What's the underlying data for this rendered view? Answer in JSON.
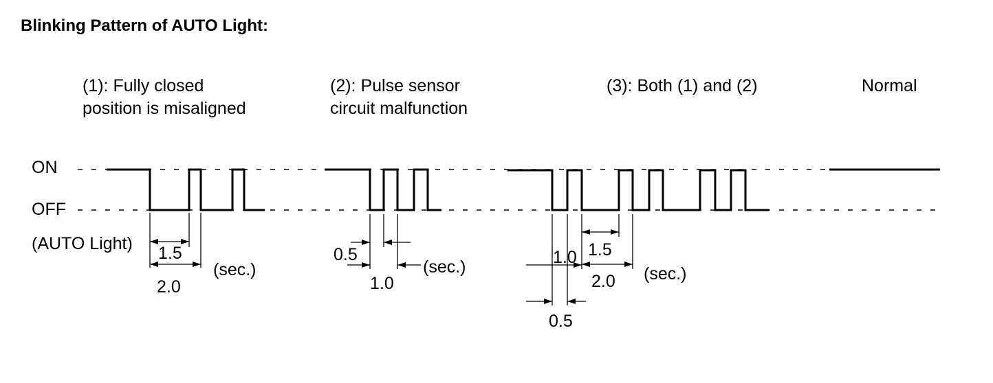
{
  "title": "Blinking Pattern of AUTO Light:",
  "levels": {
    "on": "ON",
    "off": "OFF",
    "signal": "(AUTO Light)"
  },
  "patterns": {
    "p1": {
      "line1": "(1): Fully closed",
      "line2": "position is misaligned"
    },
    "p2": {
      "line1": "(2): Pulse sensor",
      "line2": "circuit malfunction"
    },
    "p3": {
      "line1": "(3): Both (1) and (2)"
    },
    "normal": {
      "line1": "Normal"
    }
  },
  "dimensions": {
    "p1": {
      "a": "1.5",
      "b": "2.0",
      "unit": "(sec.)"
    },
    "p2": {
      "a": "0.5",
      "b": "1.0",
      "unit": "(sec.)"
    },
    "p3": {
      "a": "1.0",
      "b": "0.5",
      "c": "1.5",
      "d": "2.0",
      "unit": "(sec.)"
    }
  }
}
